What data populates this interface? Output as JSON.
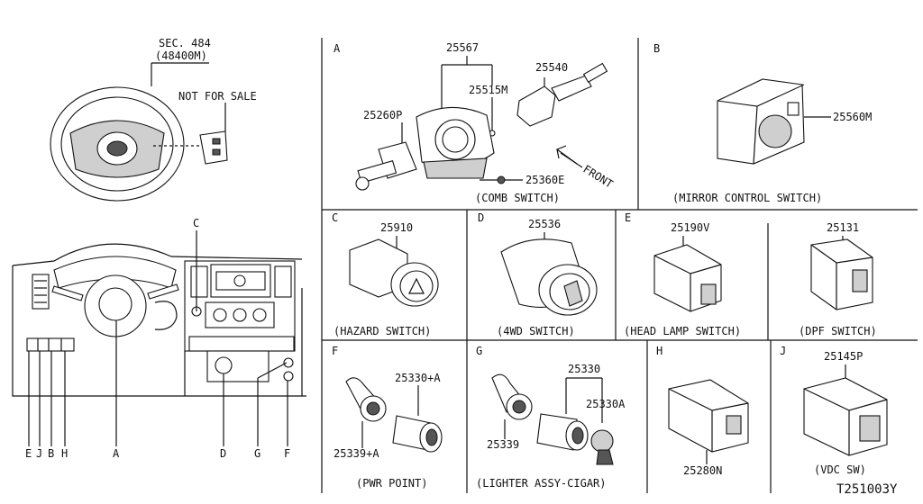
{
  "overview": {
    "wheel_ref_1": "SEC. 484",
    "wheel_ref_2": "(48400M)",
    "wheel_note": "NOT FOR SALE",
    "callouts": [
      "C",
      "E",
      "J",
      "B",
      "H",
      "A",
      "D",
      "G",
      "F"
    ]
  },
  "sections": {
    "A": {
      "letter": "A",
      "caption": "(COMB SWITCH)",
      "parts": [
        "25567",
        "25540",
        "25515M",
        "25260P",
        "25360E"
      ],
      "direction": "FRONT"
    },
    "B": {
      "letter": "B",
      "caption": "(MIRROR CONTROL SWITCH)",
      "parts": [
        "25560M"
      ]
    },
    "C": {
      "letter": "C",
      "caption": "(HAZARD SWITCH)",
      "parts": [
        "25910"
      ]
    },
    "D": {
      "letter": "D",
      "caption": "(4WD SWITCH)",
      "parts": [
        "25536"
      ]
    },
    "E": {
      "letter": "E",
      "caption": "(HEAD LAMP SWITCH)",
      "parts": [
        "25190V",
        "25131"
      ]
    },
    "E2": {
      "caption": "(DPF SWITCH)"
    },
    "F": {
      "letter": "F",
      "caption": "(PWR POINT)",
      "parts": [
        "25330+A",
        "25339+A"
      ]
    },
    "G": {
      "letter": "G",
      "caption": "(LIGHTER ASSY-CIGAR)",
      "parts": [
        "25330",
        "25330A",
        "25339"
      ]
    },
    "H": {
      "letter": "H",
      "parts": [
        "25280N"
      ]
    },
    "J": {
      "letter": "J",
      "caption": "(VDC SW)",
      "parts": [
        "25145P"
      ]
    }
  },
  "drawing_id": "T251003Y"
}
